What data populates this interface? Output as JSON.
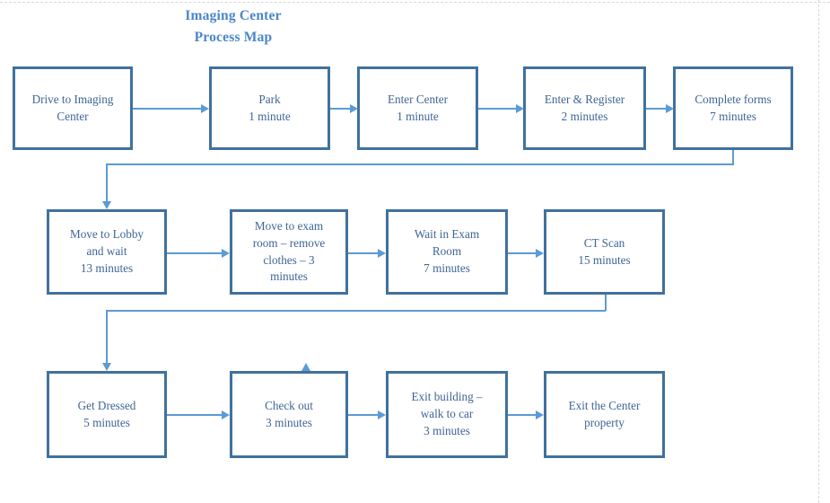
{
  "title": {
    "line1": "Imaging Center",
    "line2": "Process Map",
    "color": "#4a86c8"
  },
  "theme": {
    "box_border": "#40719e",
    "box_fill": "#ffffff",
    "box_text": "#3f6595",
    "connector": "#5b9bd5",
    "background": "#ffffff",
    "margin_guide": "#d8d8d8"
  },
  "flow": {
    "rows": [
      {
        "name": "row-1",
        "nodes": [
          {
            "id": "drive-to-imaging-center",
            "lines": [
              "Drive to Imaging",
              "Center"
            ],
            "label": "Drive to Imaging Center",
            "duration": ""
          },
          {
            "id": "park",
            "lines": [
              "Park",
              "1 minute"
            ],
            "label": "Park",
            "duration": "1 minute"
          },
          {
            "id": "enter-center",
            "lines": [
              "Enter Center",
              "1 minute"
            ],
            "label": "Enter Center",
            "duration": "1 minute"
          },
          {
            "id": "enter-and-register",
            "lines": [
              "Enter & Register",
              "2 minutes"
            ],
            "label": "Enter & Register",
            "duration": "2 minutes"
          },
          {
            "id": "complete-forms",
            "lines": [
              "Complete forms",
              "7 minutes"
            ],
            "label": "Complete forms",
            "duration": "7 minutes"
          }
        ]
      },
      {
        "name": "row-2",
        "nodes": [
          {
            "id": "move-to-lobby-and-wait",
            "lines": [
              "Move to Lobby",
              "and wait",
              "13 minutes"
            ],
            "label": "Move to Lobby and wait",
            "duration": "13 minutes"
          },
          {
            "id": "move-to-exam-room-remove-clothes",
            "lines": [
              "Move to exam",
              "room – remove",
              "clothes – 3",
              "minutes"
            ],
            "label": "Move to exam room – remove clothes",
            "duration": "3 minutes"
          },
          {
            "id": "wait-in-exam-room",
            "lines": [
              "Wait in Exam",
              "Room",
              "7 minutes"
            ],
            "label": "Wait in Exam Room",
            "duration": "7 minutes"
          },
          {
            "id": "ct-scan",
            "lines": [
              "CT Scan",
              "15 minutes"
            ],
            "label": "CT Scan",
            "duration": "15 minutes"
          }
        ]
      },
      {
        "name": "row-3",
        "nodes": [
          {
            "id": "get-dressed",
            "lines": [
              "Get Dressed",
              "5 minutes"
            ],
            "label": "Get Dressed",
            "duration": "5 minutes"
          },
          {
            "id": "check-out",
            "lines": [
              "Check out",
              "3 minutes"
            ],
            "label": "Check out",
            "duration": "3 minutes"
          },
          {
            "id": "exit-building-walk-to-car",
            "lines": [
              "Exit building –",
              "walk to car",
              "3 minutes"
            ],
            "label": "Exit building – walk to car",
            "duration": "3 minutes"
          },
          {
            "id": "exit-the-center-property",
            "lines": [
              "Exit the Center",
              "property"
            ],
            "label": "Exit the Center property",
            "duration": ""
          }
        ]
      }
    ]
  }
}
